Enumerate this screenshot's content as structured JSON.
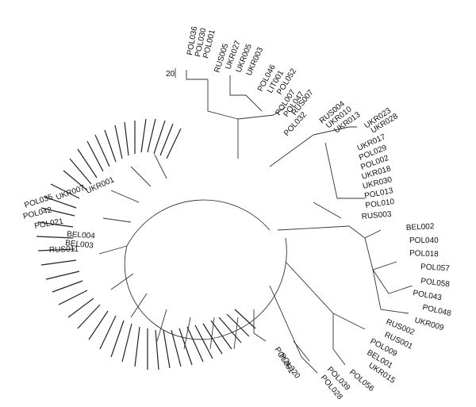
{
  "scale_bar": {
    "label": "20"
  },
  "taxa_right": [
    "POL036",
    "POL030",
    "POL001",
    "RUS005",
    "UKR027",
    "UKR005",
    "UKR003",
    "POL046",
    "LIT001",
    "POL052",
    "POL007",
    "POL047",
    "RUS007",
    "POL032",
    "RUS004",
    "UKR010",
    "UKR013",
    "UKR023",
    "UKR028",
    "UKR017",
    "POL029",
    "POL002",
    "UKR018",
    "UKR030",
    "POL013",
    "POL010",
    "RUS003",
    "BEL002",
    "POL040",
    "POL018",
    "POL057",
    "POL058",
    "POL043",
    "POL048",
    "UKR009",
    "RUS002",
    "RUS001",
    "POL009",
    "BEL001",
    "UKR015",
    "POL056",
    "POL039",
    "POL028",
    "POL020",
    "POL051"
  ],
  "taxa_left": [
    "POL035",
    "POL042",
    "POL021",
    "RUS011",
    "BEL004",
    "BEL003",
    "UKR007",
    "UKR001"
  ]
}
